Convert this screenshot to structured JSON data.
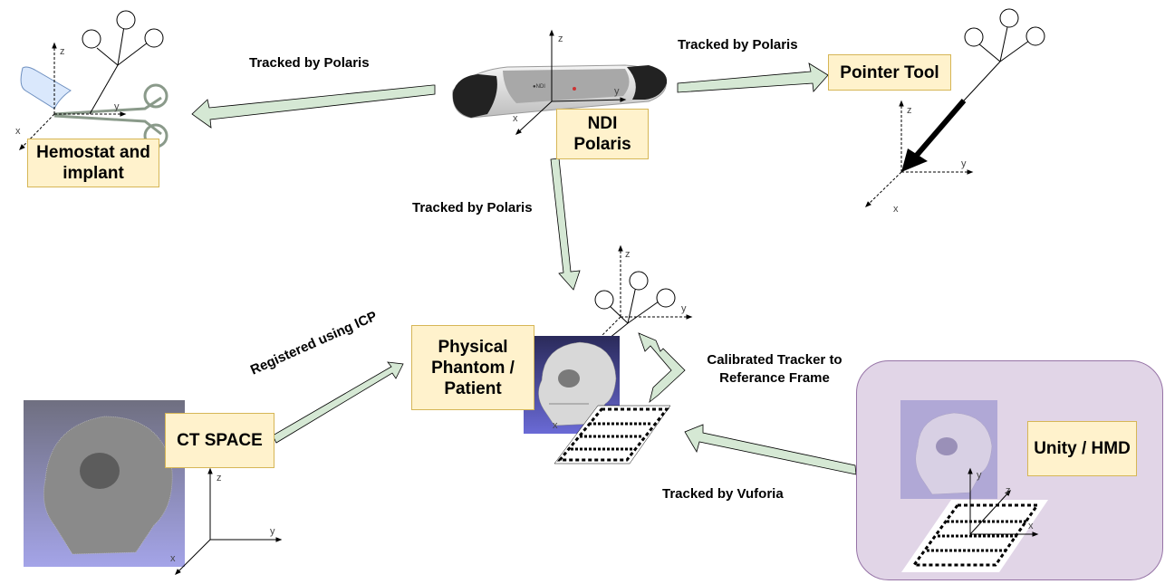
{
  "diagram": {
    "title": "Surgical navigation tracking and registration pipeline",
    "nodes": {
      "hemostat": "Hemostat and implant",
      "ndi_polaris": "NDI Polaris",
      "pointer_tool": "Pointer Tool",
      "phantom": "Physical Phantom / Patient",
      "ct_space": "CT SPACE",
      "unity_hmd": "Unity / HMD"
    },
    "edges": [
      {
        "from": "ndi_polaris",
        "to": "hemostat",
        "label": "Tracked by Polaris"
      },
      {
        "from": "ndi_polaris",
        "to": "pointer_tool",
        "label": "Tracked by Polaris"
      },
      {
        "from": "ndi_polaris",
        "to": "phantom",
        "label": "Tracked by Polaris"
      },
      {
        "from": "ct_space",
        "to": "phantom",
        "label": "Registered using ICP"
      },
      {
        "from": "qr_marker",
        "to": "phantom_tracker",
        "label": "Calibrated Tracker to Referance Frame"
      },
      {
        "from": "unity_hmd",
        "to": "qr_marker",
        "label": "Tracked by Vuforia"
      }
    ],
    "axis_labels": {
      "x": "x",
      "y": "y",
      "z": "z"
    },
    "colors": {
      "node_fill": "#fff2cc",
      "node_border": "#d6b656",
      "arrow_fill": "#d5e8d4",
      "hmd_fill": "#e1d5e7",
      "hmd_border": "#9673a6"
    }
  }
}
